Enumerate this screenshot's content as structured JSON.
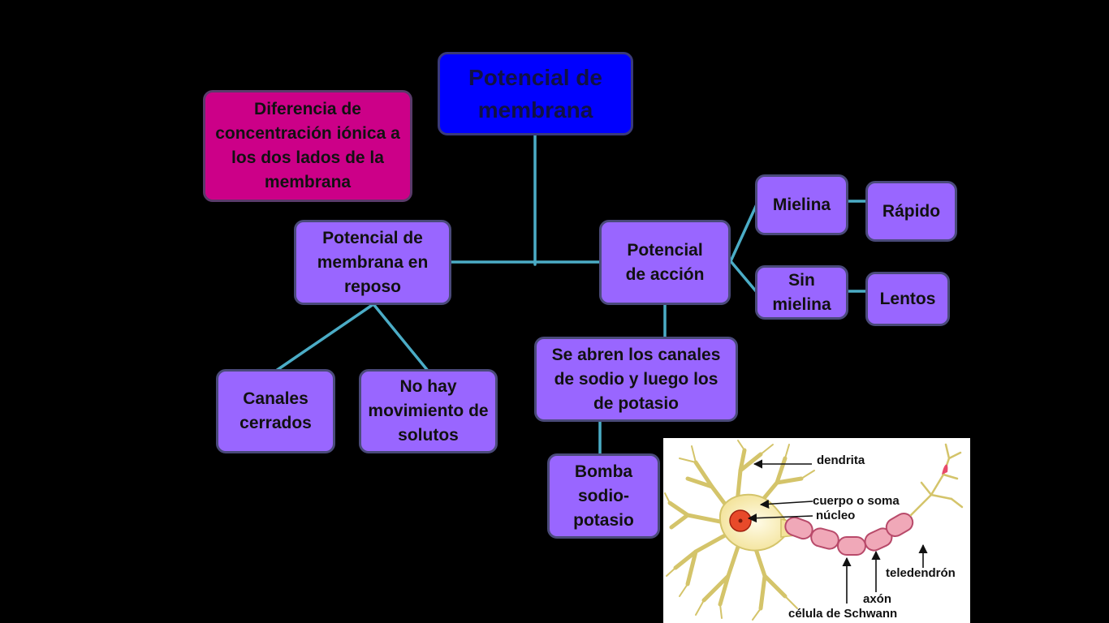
{
  "diagram": {
    "nodes": {
      "root": "Potencial de membrana",
      "diferencia": "Diferencia de concentración iónica a los dos lados de la membrana",
      "reposo": "Potencial de membrana en reposo",
      "accion": "Potencial de acción",
      "mielina": "Mielina",
      "sin_mielina": "Sin mielina",
      "rapido": "Rápido",
      "lentos": "Lentos",
      "canales_cerrados": "Canales cerrados",
      "no_hay": "No hay movimiento de solutos",
      "se_abren": "Se abren los canales de sodio y luego los de potasio",
      "bomba": "Bomba sodio-potasio"
    },
    "colors": {
      "background": "#000000",
      "node_fill": "#9966ff",
      "root_fill": "#0000ff",
      "highlight_fill": "#cc0088",
      "connector": "#4bacc6"
    }
  },
  "neuron_figure": {
    "labels": {
      "dendrita": "dendrita",
      "cuerpo": "cuerpo o soma",
      "nucleo": "núcleo",
      "teledendron": "teledendrón",
      "axon": "axón",
      "schwann": "célula de Schwann"
    }
  }
}
